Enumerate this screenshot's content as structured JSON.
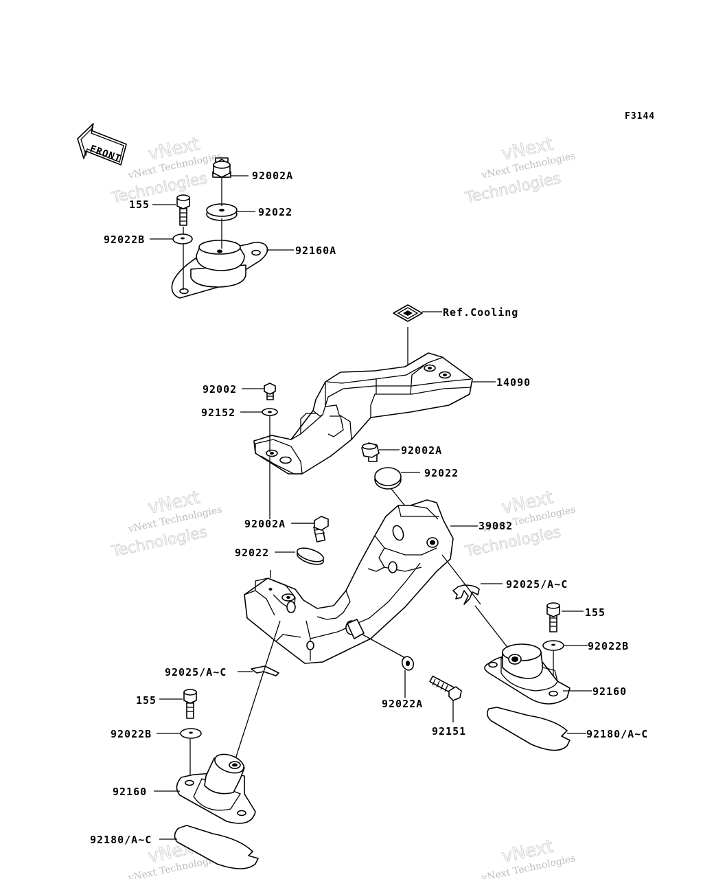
{
  "figure_code": "F3144",
  "front_label": "FRONT",
  "watermark": {
    "line1": "vNext",
    "line2": "vNext Technologies",
    "line3": "Technologies"
  },
  "labels": {
    "l_92002A_top": "92002A",
    "l_92022_top": "92022",
    "l_155_top": "155",
    "l_92022B_top": "92022B",
    "l_92160A": "92160A",
    "l_ref_cooling": "Ref.Cooling",
    "l_14090": "14090",
    "l_92002": "92002",
    "l_92152": "92152",
    "l_92002A_mid": "92002A",
    "l_92022_mid": "92022",
    "l_92002A_left": "92002A",
    "l_39082": "39082",
    "l_92022_left": "92022",
    "l_92025_right": "92025/A~C",
    "l_155_right": "155",
    "l_92022B_right": "92022B",
    "l_92160_right": "92160",
    "l_92180_right": "92180/A~C",
    "l_92025_left": "92025/A~C",
    "l_92022A": "92022A",
    "l_92151": "92151",
    "l_155_left": "155",
    "l_92022B_left": "92022B",
    "l_92160_left": "92160",
    "l_92180_left": "92180/A~C"
  }
}
